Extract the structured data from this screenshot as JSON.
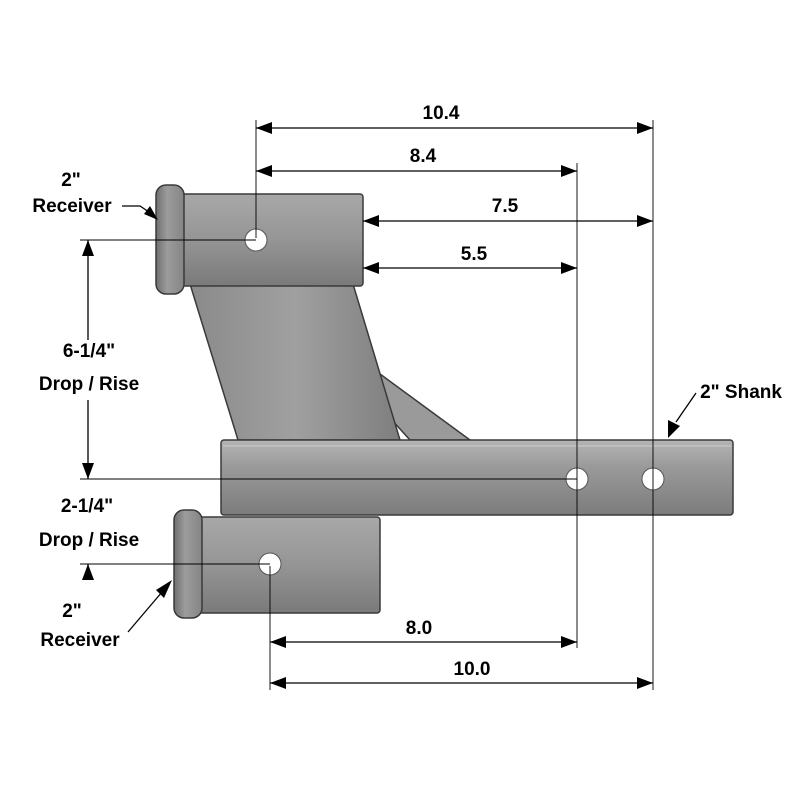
{
  "dimensions": {
    "d_10_4": "10.4",
    "d_8_4": "8.4",
    "d_7_5": "7.5",
    "d_5_5": "5.5",
    "d_8_0": "8.0",
    "d_10_0": "10.0"
  },
  "labels": {
    "top_receiver_line1": "2\"",
    "top_receiver_line2": "Receiver",
    "bottom_receiver_line1": "2\"",
    "bottom_receiver_line2": "Receiver",
    "shank": "2\" Shank",
    "drop_rise_upper_value": "6-1/4\"",
    "drop_rise_upper_text": "Drop / Rise",
    "drop_rise_lower_value": "2-1/4\"",
    "drop_rise_lower_text": "Drop / Rise"
  },
  "colors": {
    "metal": "#8f8f8f",
    "metal_light": "#a6a6a6",
    "metal_dark": "#6e6e6e",
    "outline": "#3a3a3a",
    "hole": "#ffffff"
  }
}
